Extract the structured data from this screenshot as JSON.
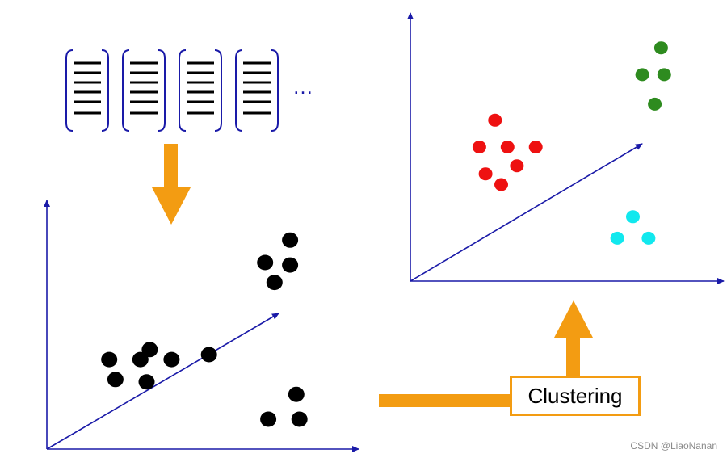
{
  "documents": {
    "count": 4,
    "ellipsis": "…",
    "bracket_color": "#1a1aa8",
    "line_color": "#000000"
  },
  "axes_color": "#1a1aa8",
  "arrow_color": "#f39c12",
  "plot_before": {
    "point_color": "#000000",
    "points": [
      [
        0.78,
        0.84
      ],
      [
        0.7,
        0.75
      ],
      [
        0.78,
        0.74
      ],
      [
        0.73,
        0.67
      ],
      [
        0.33,
        0.4
      ],
      [
        0.2,
        0.36
      ],
      [
        0.3,
        0.36
      ],
      [
        0.4,
        0.36
      ],
      [
        0.52,
        0.38
      ],
      [
        0.22,
        0.28
      ],
      [
        0.32,
        0.27
      ],
      [
        0.8,
        0.22
      ],
      [
        0.71,
        0.12
      ],
      [
        0.81,
        0.12
      ]
    ]
  },
  "plot_after": {
    "clusters": [
      {
        "color": "#2e8b1f",
        "points": [
          [
            0.8,
            0.87
          ],
          [
            0.74,
            0.77
          ],
          [
            0.81,
            0.77
          ],
          [
            0.78,
            0.66
          ]
        ]
      },
      {
        "color": "#ee1111",
        "points": [
          [
            0.27,
            0.6
          ],
          [
            0.22,
            0.5
          ],
          [
            0.31,
            0.5
          ],
          [
            0.4,
            0.5
          ],
          [
            0.34,
            0.43
          ],
          [
            0.24,
            0.4
          ],
          [
            0.29,
            0.36
          ]
        ]
      },
      {
        "color": "#11e8ee",
        "points": [
          [
            0.71,
            0.24
          ],
          [
            0.66,
            0.16
          ],
          [
            0.76,
            0.16
          ]
        ]
      }
    ]
  },
  "label": {
    "text": "Clustering"
  },
  "watermark": "CSDN @LiaoNanan"
}
